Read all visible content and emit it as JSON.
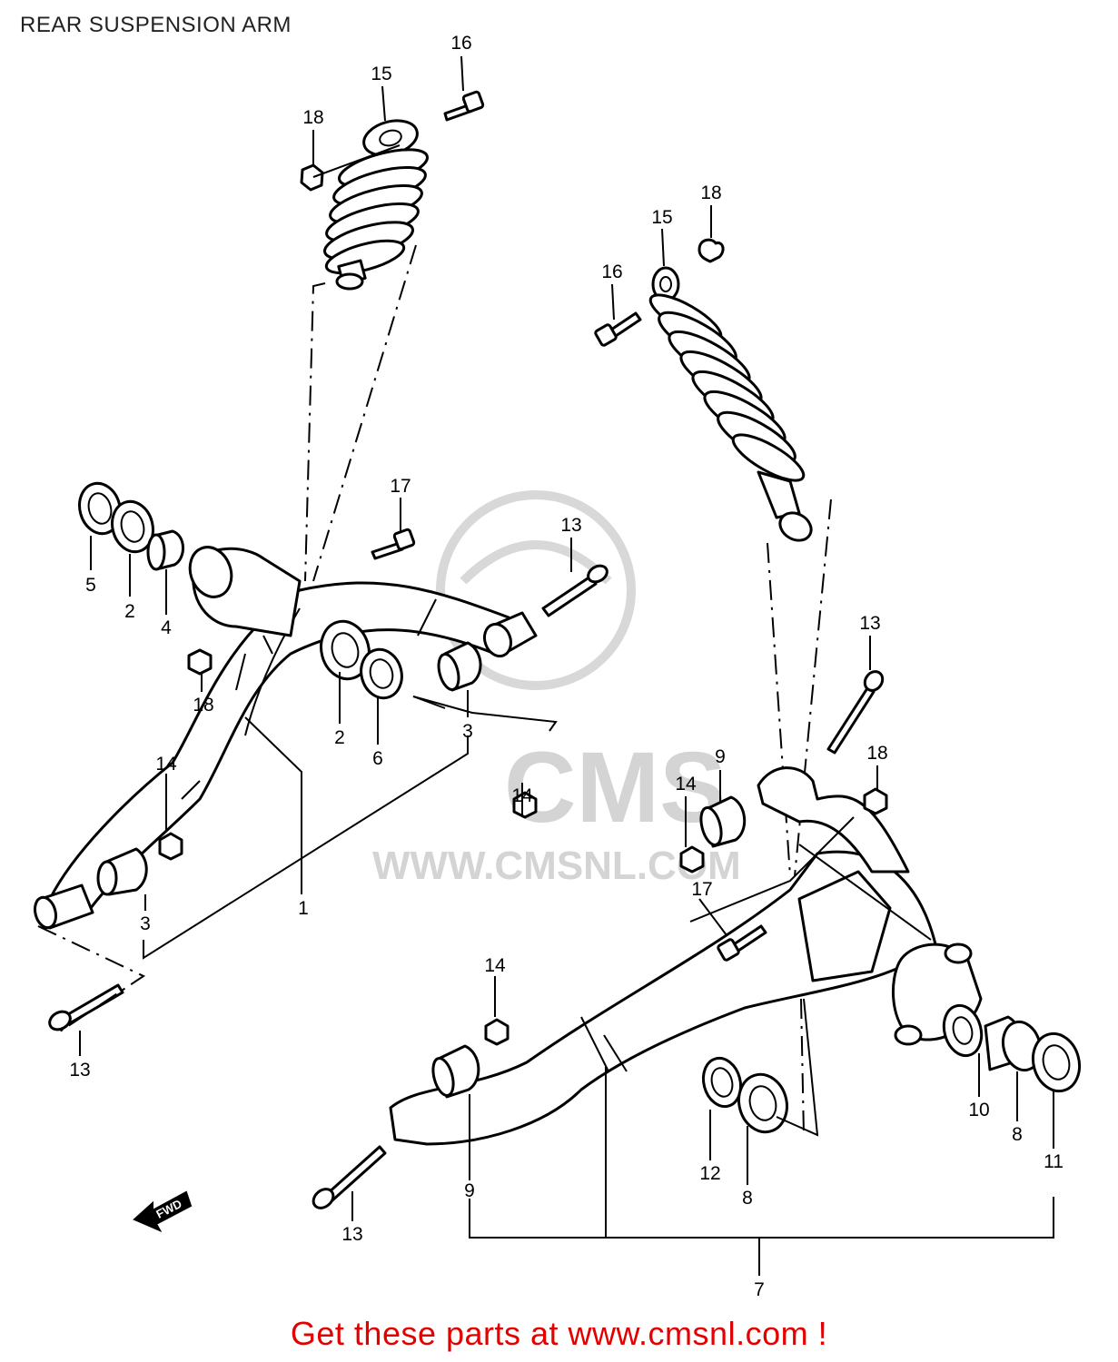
{
  "title": "REAR SUSPENSION ARM",
  "footer": {
    "text": "Get these parts at www.cmsnl.com !",
    "color": "#e30000"
  },
  "watermark": {
    "logo_text": "CMS",
    "url_text": "WWW.CMSNL.COM",
    "color": "#d4d4d4"
  },
  "direction_marker": {
    "label": "FWD",
    "icon": "forward-arrow-icon"
  },
  "callouts": [
    {
      "id": "c16a",
      "label": "16"
    },
    {
      "id": "c15a",
      "label": "15"
    },
    {
      "id": "c18a",
      "label": "18"
    },
    {
      "id": "c18b",
      "label": "18"
    },
    {
      "id": "c15b",
      "label": "15"
    },
    {
      "id": "c16b",
      "label": "16"
    },
    {
      "id": "c17a",
      "label": "17"
    },
    {
      "id": "c13a",
      "label": "13"
    },
    {
      "id": "c5",
      "label": "5"
    },
    {
      "id": "c2a",
      "label": "2"
    },
    {
      "id": "c4",
      "label": "4"
    },
    {
      "id": "c18c",
      "label": "18"
    },
    {
      "id": "c2b",
      "label": "2"
    },
    {
      "id": "c6",
      "label": "6"
    },
    {
      "id": "c3a",
      "label": "3"
    },
    {
      "id": "c14a",
      "label": "14"
    },
    {
      "id": "c13b",
      "label": "13"
    },
    {
      "id": "c9a",
      "label": "9"
    },
    {
      "id": "c18d",
      "label": "18"
    },
    {
      "id": "c14b",
      "label": "14"
    },
    {
      "id": "c14c",
      "label": "14"
    },
    {
      "id": "c17b",
      "label": "17"
    },
    {
      "id": "c1",
      "label": "1"
    },
    {
      "id": "c3b",
      "label": "3"
    },
    {
      "id": "c13c",
      "label": "13"
    },
    {
      "id": "c14d",
      "label": "14"
    },
    {
      "id": "c10",
      "label": "10"
    },
    {
      "id": "c8a",
      "label": "8"
    },
    {
      "id": "c11",
      "label": "11"
    },
    {
      "id": "c12",
      "label": "12"
    },
    {
      "id": "c8b",
      "label": "8"
    },
    {
      "id": "c9b",
      "label": "9"
    },
    {
      "id": "c13d",
      "label": "13"
    },
    {
      "id": "c7",
      "label": "7"
    }
  ]
}
